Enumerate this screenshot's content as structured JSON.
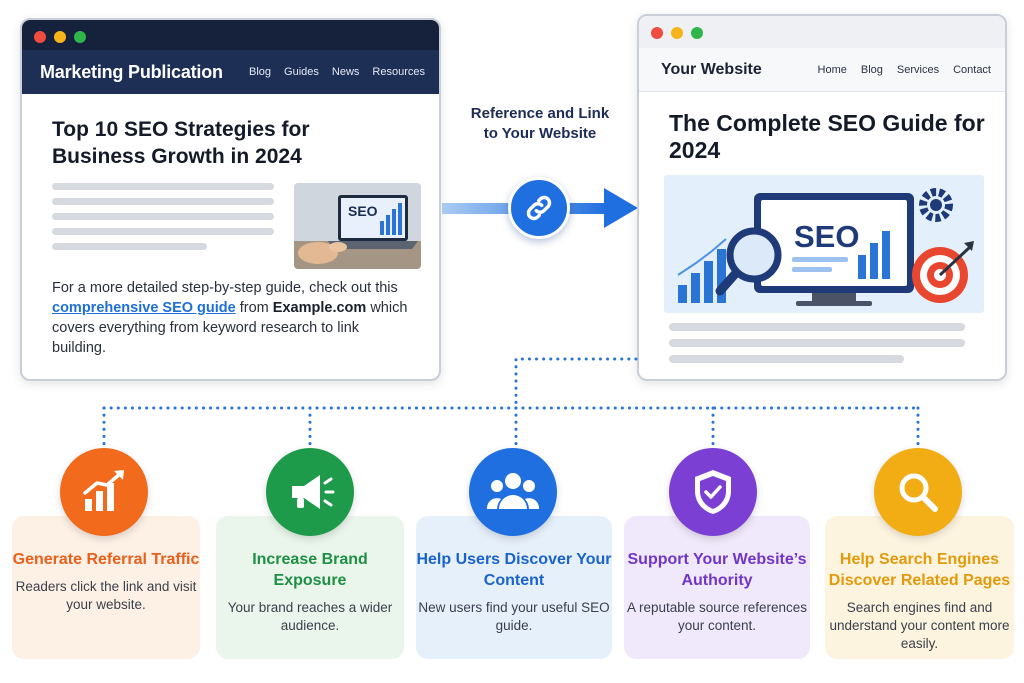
{
  "left_window": {
    "brand": "Marketing Publication",
    "nav": [
      "Blog",
      "Guides",
      "News",
      "Resources"
    ],
    "headline": "Top 10 SEO Strategies for Business Growth in 2024",
    "thumb_text": "SEO",
    "paragraph": {
      "before": "For a more detailed step-by-step guide, check out this ",
      "link": "comprehensive SEO guide",
      "middle": " from ",
      "site": "Example.com",
      "after": " which covers everything from keyword research to link building."
    }
  },
  "connector": {
    "label": "Reference and Link to Your Website",
    "icon": "link-icon"
  },
  "right_window": {
    "brand": "Your Website",
    "nav": [
      "Home",
      "Blog",
      "Services",
      "Contact"
    ],
    "headline": "The Complete SEO Guide for 2024",
    "hero_text": "SEO"
  },
  "benefits": [
    {
      "title": "Generate Referral Traffic",
      "desc": "Readers click the link and visit your website.",
      "icon": "growth-chart-icon",
      "color": "#f26a1b",
      "title_color": "#e8601c",
      "bg": "#fdf1e6"
    },
    {
      "title": "Increase Brand Exposure",
      "desc": "Your brand reaches a wider audience.",
      "icon": "megaphone-icon",
      "color": "#1d9a4a",
      "title_color": "#1e8f45",
      "bg": "#eaf6ec"
    },
    {
      "title": "Help Users Discover Your Content",
      "desc": "New users find your useful SEO guide.",
      "icon": "users-icon",
      "color": "#1f6fe0",
      "title_color": "#1b63cc",
      "bg": "#e6f0fb"
    },
    {
      "title": "Support Your Website’s Authority",
      "desc": "A reputable source references your content.",
      "icon": "shield-check-icon",
      "color": "#7b3fd3",
      "title_color": "#7136c9",
      "bg": "#f0e9fb"
    },
    {
      "title": "Help Search Engines Discover Related Pages",
      "desc": "Search engines find and understand your content more easily.",
      "icon": "magnifier-icon",
      "color": "#f2ad14",
      "title_color": "#e39a0a",
      "bg": "#fdf4e0"
    }
  ]
}
